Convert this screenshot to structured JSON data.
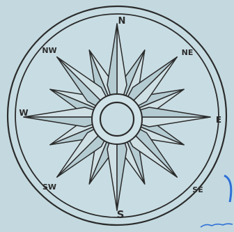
{
  "diagram": {
    "type": "compass-rose",
    "points": 16,
    "labels": {
      "north": "N",
      "north_east": "NE",
      "east": "E",
      "south_east": "SE",
      "south": "S",
      "south_west": "SW",
      "west": "W",
      "north_west": "NW"
    },
    "colors": {
      "paper": "#c3d9df",
      "ink": "#2b2b2b",
      "fill": "#cfe0e5",
      "shade": "#b4cbd2",
      "accent": "#2f6fd6"
    }
  }
}
